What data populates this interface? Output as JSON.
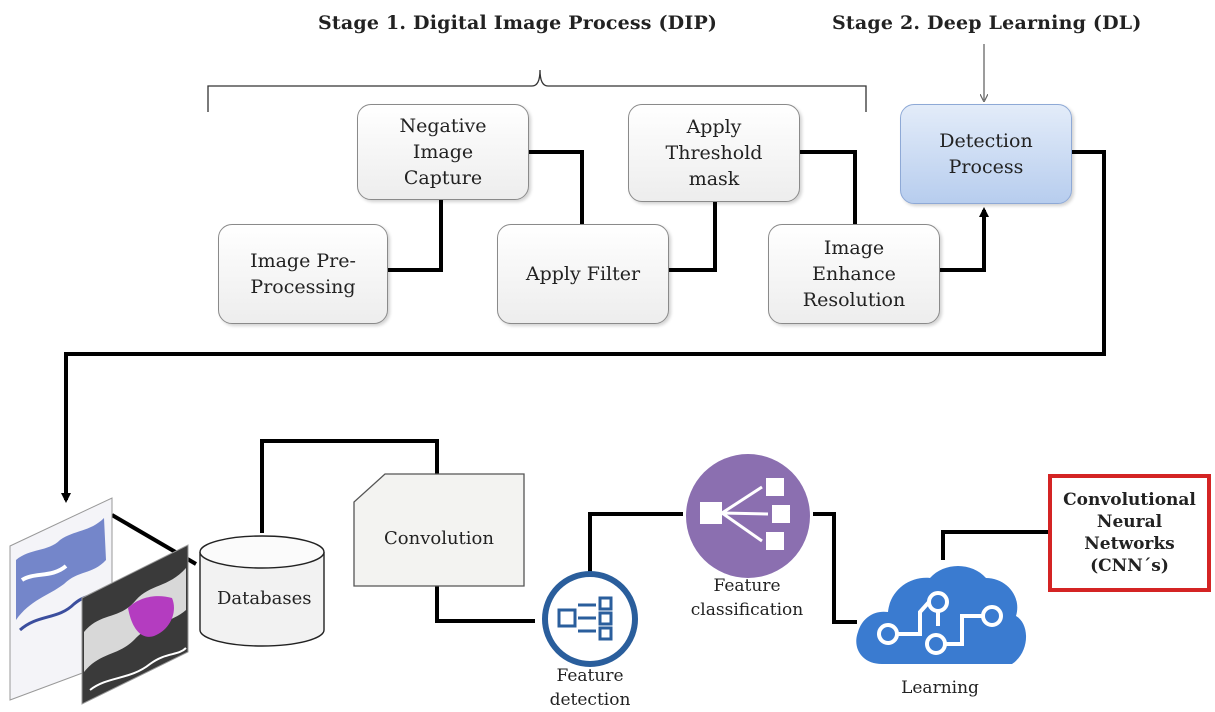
{
  "stages": {
    "stage1": "Stage 1. Digital Image Process (DIP)",
    "stage2": "Stage 2. Deep Learning (DL)"
  },
  "steps": {
    "negative": [
      "Negative",
      "Image",
      "Capture"
    ],
    "preprocessing": [
      "Image Pre-",
      "Processing"
    ],
    "filter": [
      "Apply Filter"
    ],
    "threshold": [
      "Apply",
      "Threshold",
      "mask"
    ],
    "enhance": [
      "Image",
      "Enhance",
      "Resolution"
    ],
    "detection": [
      "Detection",
      "Process"
    ]
  },
  "pipeline": {
    "databases": "Databases",
    "convolution": "Convolution",
    "feature_detection": [
      "Feature",
      "detection"
    ],
    "feature_classification": [
      "Feature",
      "classification"
    ],
    "learning": "Learning",
    "cnn": [
      "Convolutional",
      "Neural",
      "Networks",
      "(CNN´s)"
    ]
  },
  "icons": [
    "feature-detection-icon",
    "feature-classification-icon",
    "learning-cloud-icon",
    "database-icon"
  ],
  "colors": {
    "detection_box": "#b7cdee",
    "classification_icon": "#8b6fb0",
    "detection_icon": "#2a5e9c",
    "learning_icon": "#3a7bd0",
    "cnn_border": "#d42424",
    "connector": "#000000"
  }
}
